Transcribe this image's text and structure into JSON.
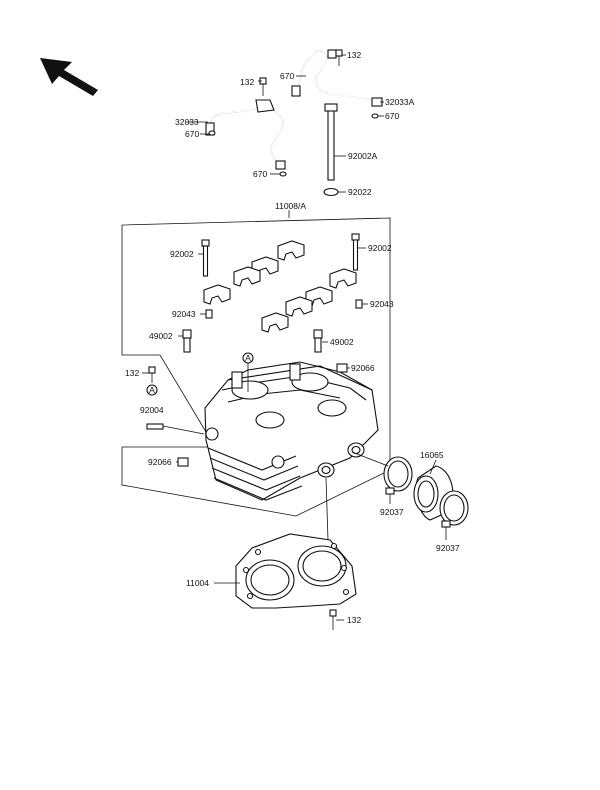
{
  "diagram": {
    "labels": {
      "bolt_132_top": "132",
      "bolt_132_left": "132",
      "bolt_132_mid": "132",
      "bolt_132_bottom": "132",
      "pipe_670_a": "670",
      "pipe_670_b": "670",
      "pipe_670_c": "670",
      "pipe_670_d": "670",
      "pipe_32033": "32033",
      "pipe_32033a": "32033A",
      "stud_92002a": "92002A",
      "washer_92022": "92022",
      "head_assy": "11008/A",
      "bolt_92002_left": "92002",
      "bolt_92002_right": "92002",
      "dowel_92043_left": "92043",
      "dowel_92043_right": "92043",
      "plug_49002_left": "49002",
      "plug_49002_right": "49002",
      "plug_92066_right": "92066",
      "plug_92066_left": "92066",
      "stud_92004": "92004",
      "holder_16065": "16065",
      "clamp_92037_a": "92037",
      "clamp_92037_b": "92037",
      "gasket_11004": "11004",
      "ref_a_1": "A",
      "ref_a_2": "A"
    }
  }
}
